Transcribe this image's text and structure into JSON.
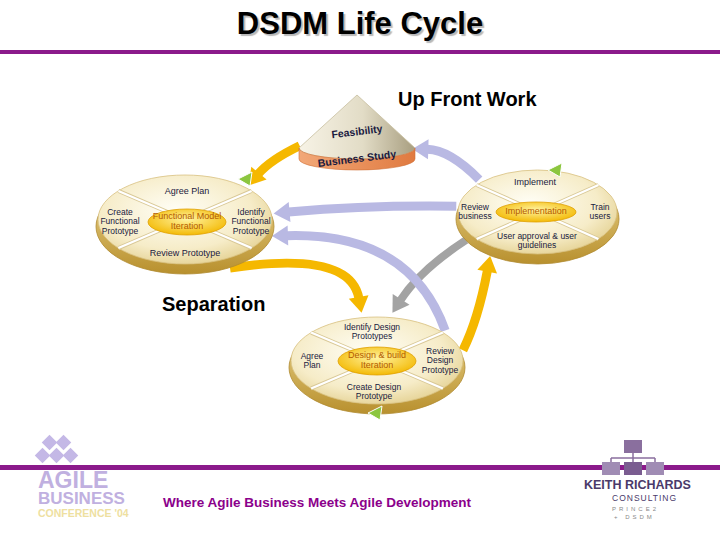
{
  "diagram": {
    "title": "DSDM Life Cycle",
    "nodes": [
      {
        "text": [
          "Feasibility",
          "Business Study"
        ]
      },
      {
        "text": [
          "Agree Plan",
          "Create Functional Prototype",
          "Identify Functional Prototype",
          "Review Prototype"
        ]
      },
      {
        "text": [
          "Functional Model Iteration"
        ],
        "in": 1
      },
      {
        "text": [
          "Implement",
          "Review business",
          "Train users",
          "User approval & user guidelines"
        ]
      },
      {
        "text": [
          "Implementation"
        ],
        "in": 3
      },
      {
        "text": [
          "Identify Design Prototypes",
          "Agree Plan",
          "Review Design Prototype",
          "Create Design Prototype"
        ]
      },
      {
        "text": [
          "Design & build Iteration"
        ],
        "in": 5
      }
    ],
    "edges": [
      {
        "from": 0,
        "to": 1,
        "arrow": "to"
      },
      {
        "from": 3,
        "to": 0,
        "arrow": "to"
      },
      {
        "from": 3,
        "to": 1,
        "arrow": "to"
      },
      {
        "from": 3,
        "to": 5,
        "arrow": "to"
      },
      {
        "from": 5,
        "to": 1,
        "arrow": "to"
      },
      {
        "from": 1,
        "to": 5,
        "arrow": "to"
      },
      {
        "from": 5,
        "to": 3,
        "arrow": "to"
      }
    ],
    "labels": [
      "Up Front Work",
      "Separation",
      "AGILE",
      "BUSINESS",
      "CONFERENCE '04",
      "Where Agile Business Meets Agile Development",
      "KEITH RICHARDS",
      "CONSULTING",
      "PRINCE2",
      "+ DSDM"
    ]
  }
}
